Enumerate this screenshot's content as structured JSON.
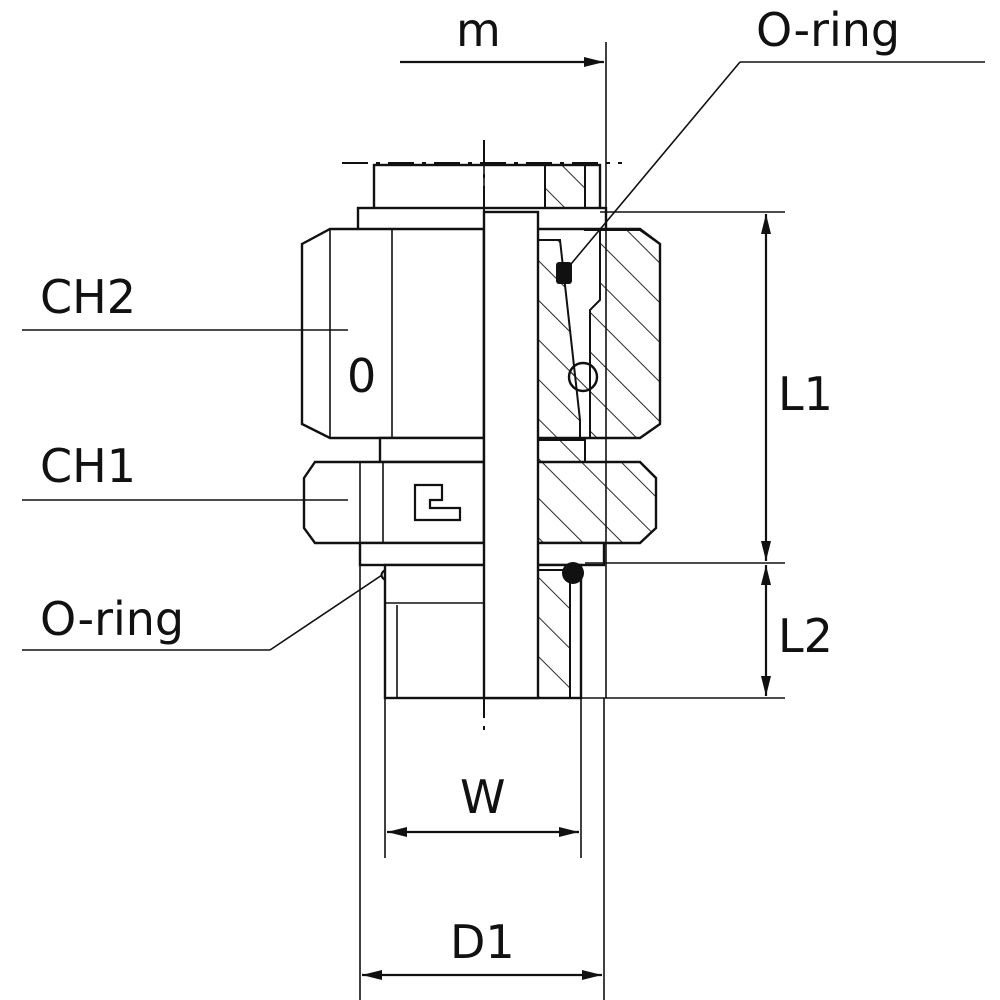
{
  "diagram": {
    "labels": {
      "m": "m",
      "o_ring_top": "O-ring",
      "ch2": "CH2",
      "ch1": "CH1",
      "o_ring_bottom": "O-ring",
      "l1": "L1",
      "l2": "L2",
      "w": "W",
      "d1": "D1"
    },
    "nut_marking": "0",
    "colors": {
      "line": "#111111",
      "background": "#ffffff"
    }
  }
}
